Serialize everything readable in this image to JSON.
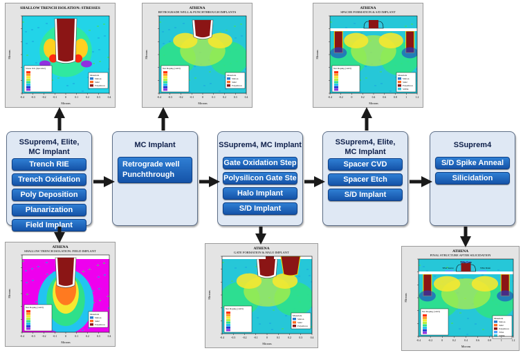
{
  "boxes": [
    {
      "title": "SSuprem4, Elite,\nMC Implant",
      "steps": [
        "Trench RIE",
        "Trench Oxidation",
        "Poly Deposition",
        "Planarization",
        "Field Implant"
      ]
    },
    {
      "title": "MC Implant",
      "steps": [
        "Retrograde well\nPunchthrough"
      ]
    },
    {
      "title": "SSuprem4, MC Implant",
      "steps": [
        "Gate Oxidation Step",
        "Polysilicon Gate Step",
        "Halo Implant",
        "S/D Implant"
      ]
    },
    {
      "title": "SSuprem4, Elite,\nMC Implant",
      "steps": [
        "Spacer CVD",
        "Spacer Etch",
        "S/D Implant"
      ]
    },
    {
      "title": "SSuprem4",
      "steps": [
        "S/D Spike Anneal",
        "Silicidation"
      ]
    }
  ],
  "thumbnails": [
    {
      "title": "SHALLOW TRENCH ISOLATION: STRESSES",
      "subtitle": "",
      "xlabel": "Microns",
      "ylabel": "Microns",
      "legend_title": "Stress XX (dyn/cm2)",
      "materials_title": "Materials",
      "materials": [
        "Silicon",
        "SiO2",
        "Polysilicon"
      ],
      "xticks": [
        "-0.4",
        "-0.3",
        "-0.2",
        "-0.1",
        "0",
        "0.1",
        "0.2",
        "0.3",
        "0.4"
      ]
    },
    {
      "title": "ATHENA",
      "subtitle": "RETROGRADE WELL & PUNCHTHROUGH IMPLANTS",
      "xlabel": "Microns",
      "ylabel": "Microns",
      "legend_title": "Net Doping (/cm3)",
      "materials_title": "Materials",
      "materials": [
        "Silicon",
        "SiO2",
        "Polysilicon"
      ],
      "xticks": [
        "-0.4",
        "-0.3",
        "-0.2",
        "-0.1",
        "0",
        "0.1",
        "0.2",
        "0.3",
        "0.4"
      ]
    },
    {
      "title": "ATHENA",
      "subtitle": "SPACER FORMATION & S/D IMPLANT",
      "xlabel": "Microns",
      "ylabel": "Microns",
      "legend_title": "Net Doping (/cm3)",
      "materials_title": "Materials",
      "materials": [
        "Silicon",
        "SiO2",
        "Polysilicon",
        "Si3N4"
      ],
      "xticks": [
        "-0.4",
        "-0.2",
        "0",
        "0.2",
        "0.4",
        "0.6",
        "0.8",
        "1",
        "1.2"
      ]
    },
    {
      "title": "ATHENA",
      "subtitle": "SHALLOW TRENCH ISOLATION: FIELD IMPLANT",
      "xlabel": "Microns",
      "ylabel": "Microns",
      "legend_title": "Net Doping (/cm3)",
      "materials_title": "Materials",
      "materials": [
        "Silicon",
        "SiO2",
        "Polysilicon"
      ],
      "xticks": [
        "-0.4",
        "-0.3",
        "-0.2",
        "-0.1",
        "0",
        "0.1",
        "0.2",
        "0.3",
        "0.4"
      ]
    },
    {
      "title": "ATHENA",
      "subtitle": "GATE FORMATION & HALO IMPLANT",
      "xlabel": "Microns",
      "ylabel": "Microns",
      "legend_title": "Net Doping (/cm3)",
      "materials_title": "Materials",
      "materials": [
        "Silicon",
        "SiO2",
        "Polysilicon"
      ],
      "xticks": [
        "-0.4",
        "-0.3",
        "-0.2",
        "-0.1",
        "0",
        "0.1",
        "0.2",
        "0.3",
        "0.4"
      ]
    },
    {
      "title": "ATHENA",
      "subtitle": "FINAL STRUCTURE AFTER SILICIDATION",
      "xlabel": "Microns",
      "ylabel": "Microns",
      "legend_title": "Net Doping (/cm3)",
      "materials_title": "Materials",
      "materials": [
        "Silicon",
        "SiO2",
        "Polysilicon",
        "TiSix",
        "Si3N4"
      ],
      "xticks": [
        "-0.4",
        "-0.2",
        "0",
        "0.2",
        "0.4",
        "0.6",
        "0.8",
        "1",
        "1.2"
      ],
      "labels": [
        "TiSix Gate",
        "TiSix Source",
        "TiSix Drain"
      ]
    }
  ],
  "colors": {
    "box_fill": "#dfe8f4",
    "box_border": "#5c6d86",
    "title_text": "#0e1f4a",
    "step_fill": "#1f68c0",
    "arrow": "#1a1a1a",
    "poly": "#8b1515",
    "field_bg": "#1fd8a8",
    "magenta": "#ee00ee"
  }
}
